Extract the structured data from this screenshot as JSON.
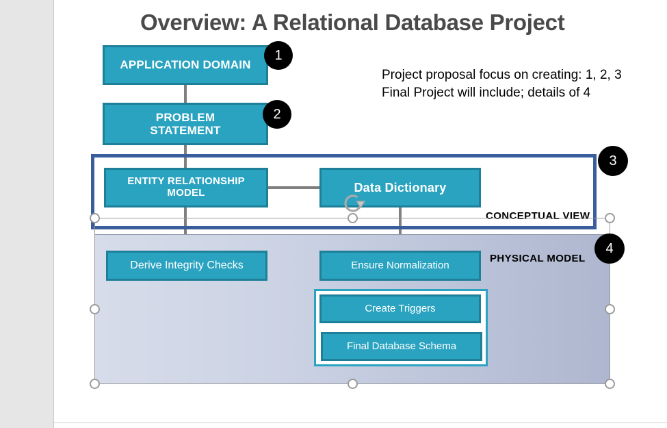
{
  "slide": {
    "title": "Overview: A Relational Database Project",
    "note_line1": "Project proposal focus on creating: 1, 2, 3",
    "note_line2": "Final Project will include; details of 4"
  },
  "diagram": {
    "boxes": [
      {
        "id": "application-domain",
        "label": "APPLICATION DOMAIN"
      },
      {
        "id": "problem-statement",
        "label": "PROBLEM\nSTATEMENT"
      },
      {
        "id": "entity-relationship",
        "label": "ENTITY RELATIONSHIP\nMODEL"
      },
      {
        "id": "data-dictionary",
        "label": "Data  Dictionary"
      },
      {
        "id": "derive-integrity",
        "label": "Derive Integrity Checks"
      },
      {
        "id": "ensure-normalization",
        "label": "Ensure Normalization"
      },
      {
        "id": "create-triggers",
        "label": "Create Triggers"
      },
      {
        "id": "final-schema",
        "label": "Final Database Schema"
      }
    ],
    "box_labels": {
      "application_domain": "APPLICATION DOMAIN",
      "problem_statement_l1": "PROBLEM",
      "problem_statement_l2": "STATEMENT",
      "entity_relationship_l1": "ENTITY RELATIONSHIP",
      "entity_relationship_l2": "MODEL",
      "data_dictionary": "Data  Dictionary",
      "derive_integrity": "Derive Integrity Checks",
      "ensure_normalization": "Ensure Normalization",
      "create_triggers": "Create Triggers",
      "final_schema": "Final Database Schema"
    },
    "regions": {
      "conceptual_view": "CONCEPTUAL VIEW",
      "physical_model": "PHYSICAL MODEL"
    },
    "badges": [
      {
        "n": "1"
      },
      {
        "n": "2"
      },
      {
        "n": "3"
      },
      {
        "n": "4"
      }
    ],
    "badge_values": {
      "one": "1",
      "two": "2",
      "three": "3",
      "four": "4"
    }
  },
  "colors": {
    "box_fill": "#2aa3c1",
    "box_border": "#1e7f99",
    "conceptual_border": "#3a5d9b",
    "physical_gradient_start": "#d6dce9",
    "physical_gradient_end": "#aeb7cf",
    "title_text": "#4a4a4a",
    "connector": "#808080",
    "badge_bg": "#000000",
    "handle_stroke": "#9a9a9a"
  }
}
